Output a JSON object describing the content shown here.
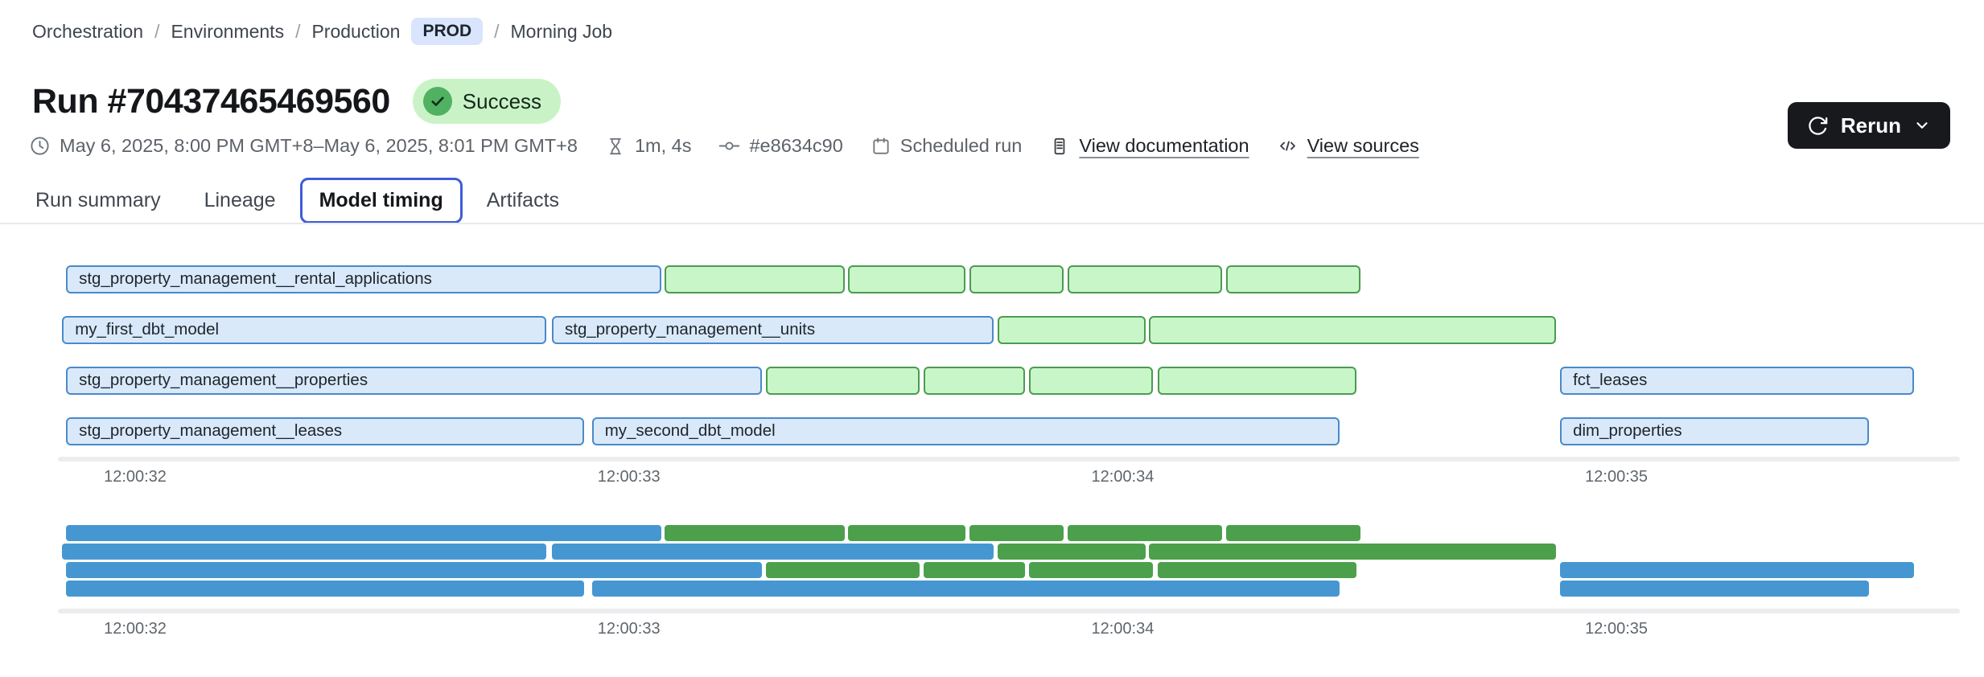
{
  "breadcrumb": {
    "separator": "/",
    "items": [
      "Orchestration",
      "Environments",
      "Production",
      "Morning Job"
    ],
    "env_badge": "PROD"
  },
  "header": {
    "title": "Run #70437465469560",
    "status": "Success"
  },
  "actions": {
    "rerun_label": "Rerun"
  },
  "meta": {
    "time_range": "May 6, 2025, 8:00 PM GMT+8–May 6, 2025, 8:01 PM GMT+8",
    "duration": "1m, 4s",
    "commit": "#e8634c90",
    "trigger": "Scheduled run",
    "docs_link": "View documentation",
    "sources_link": "View sources"
  },
  "tabs": {
    "items": [
      "Run summary",
      "Lineage",
      "Model timing",
      "Artifacts"
    ],
    "active": "Model timing"
  },
  "colors": {
    "model_fill": "#d9e9fa",
    "model_border": "#4a8ac9",
    "test_fill": "#c9f6c8",
    "test_border": "#4b9b51",
    "mini_model": "#4697d1",
    "mini_test": "#4ca04b",
    "tab_accent": "#3f5dd6",
    "badge_bg": "#c9f3c7",
    "badge_circle": "#50b261",
    "prod_badge_bg": "#d9e5fc",
    "rerun_bg": "#17191d"
  },
  "chart_data": {
    "type": "gantt",
    "title": "Model timing",
    "views": [
      "detail-with-labels",
      "minimap"
    ],
    "x_range_seconds_after_noon": [
      31.84,
      35.66
    ],
    "x_ticks": [
      {
        "t": 32,
        "label": "12:00:32"
      },
      {
        "t": 33,
        "label": "12:00:33"
      },
      {
        "t": 34,
        "label": "12:00:34"
      },
      {
        "t": 35,
        "label": "12:00:35"
      }
    ],
    "kinds": {
      "model": "blue bar",
      "test": "green bar"
    },
    "rows": [
      {
        "bars": [
          {
            "kind": "model",
            "label": "stg_property_management__rental_applications",
            "start": 31.86,
            "end": 33.066
          },
          {
            "kind": "test",
            "start": 33.072,
            "end": 33.438
          },
          {
            "kind": "test",
            "start": 33.444,
            "end": 33.682
          },
          {
            "kind": "test",
            "start": 33.689,
            "end": 33.881
          },
          {
            "kind": "test",
            "start": 33.889,
            "end": 34.202
          },
          {
            "kind": "test",
            "start": 34.209,
            "end": 34.481
          }
        ]
      },
      {
        "bars": [
          {
            "kind": "model",
            "label": "my_first_dbt_model",
            "start": 31.852,
            "end": 32.833
          },
          {
            "kind": "model",
            "label": "stg_property_management__units",
            "start": 32.844,
            "end": 33.738
          },
          {
            "kind": "test",
            "start": 33.746,
            "end": 34.046
          },
          {
            "kind": "test",
            "start": 34.053,
            "end": 34.878
          }
        ]
      },
      {
        "bars": [
          {
            "kind": "model",
            "label": "stg_property_management__properties",
            "start": 31.86,
            "end": 33.269
          },
          {
            "kind": "test",
            "start": 33.277,
            "end": 33.589
          },
          {
            "kind": "test",
            "start": 33.597,
            "end": 33.802
          },
          {
            "kind": "test",
            "start": 33.81,
            "end": 34.061
          },
          {
            "kind": "test",
            "start": 34.071,
            "end": 34.473
          },
          {
            "kind": "model",
            "label": "fct_leases",
            "start": 34.886,
            "end": 35.603
          }
        ]
      },
      {
        "bars": [
          {
            "kind": "model",
            "label": "stg_property_management__leases",
            "start": 31.86,
            "end": 32.91
          },
          {
            "kind": "model",
            "label": "my_second_dbt_model",
            "start": 32.925,
            "end": 34.44
          },
          {
            "kind": "model",
            "label": "dim_properties",
            "start": 34.886,
            "end": 35.511
          }
        ]
      }
    ]
  }
}
